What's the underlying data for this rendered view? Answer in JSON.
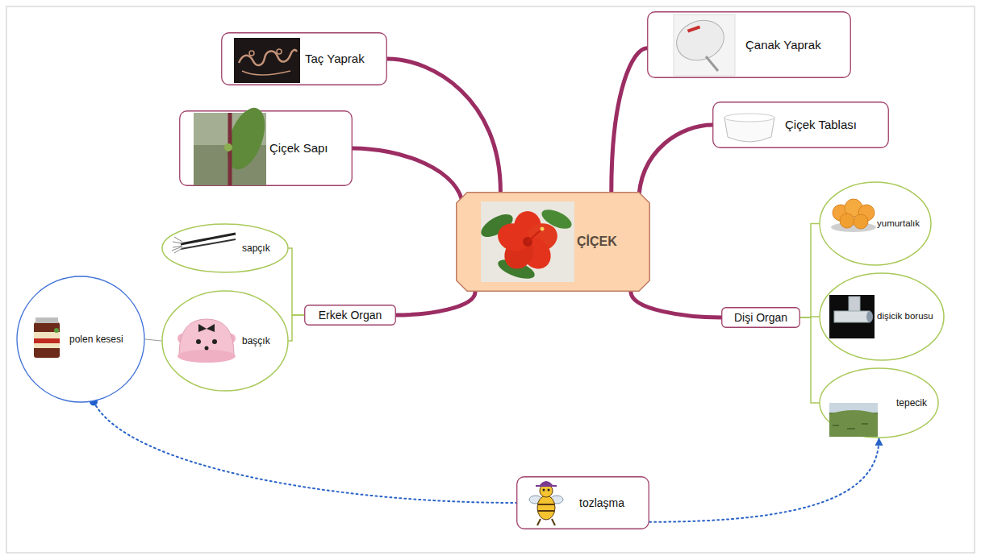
{
  "diagram": {
    "nodes": [
      {
        "text": [
          "Taç Yaprak"
        ]
      },
      {
        "text": [
          "Çanak Yaprak"
        ]
      },
      {
        "text": [
          "Çiçek Sapı"
        ]
      },
      {
        "text": [
          "Çiçek Tablası"
        ]
      },
      {
        "text": [
          "ÇİÇEK"
        ]
      },
      {
        "text": [
          "Erkek Organ"
        ]
      },
      {
        "text": [
          "Dişi Organ"
        ]
      },
      {
        "text": [
          "sapçık"
        ]
      },
      {
        "text": [
          "başçık"
        ]
      },
      {
        "text": [
          "polen kesesi"
        ]
      },
      {
        "text": [
          "yumurtalık"
        ]
      },
      {
        "text": [
          "dişicik borusu"
        ]
      },
      {
        "text": [
          "tepecik"
        ]
      },
      {
        "text": [
          "tozlaşma"
        ]
      }
    ],
    "edges": [
      {
        "from": 4,
        "to": 0,
        "arrow": "none"
      },
      {
        "from": 4,
        "to": 1,
        "arrow": "none"
      },
      {
        "from": 4,
        "to": 2,
        "arrow": "none"
      },
      {
        "from": 4,
        "to": 3,
        "arrow": "none"
      },
      {
        "from": 4,
        "to": 5,
        "arrow": "none"
      },
      {
        "from": 4,
        "to": 6,
        "arrow": "none"
      },
      {
        "from": 5,
        "to": 7,
        "arrow": "none"
      },
      {
        "from": 5,
        "to": 8,
        "arrow": "none"
      },
      {
        "from": 6,
        "to": 10,
        "arrow": "none"
      },
      {
        "from": 6,
        "to": 11,
        "arrow": "none"
      },
      {
        "from": 6,
        "to": 12,
        "arrow": "none"
      },
      {
        "from": 8,
        "to": 9,
        "arrow": "none"
      },
      {
        "from": 9,
        "to": 13,
        "arrow": "none"
      },
      {
        "from": 13,
        "to": 12,
        "arrow": "to"
      }
    ]
  }
}
